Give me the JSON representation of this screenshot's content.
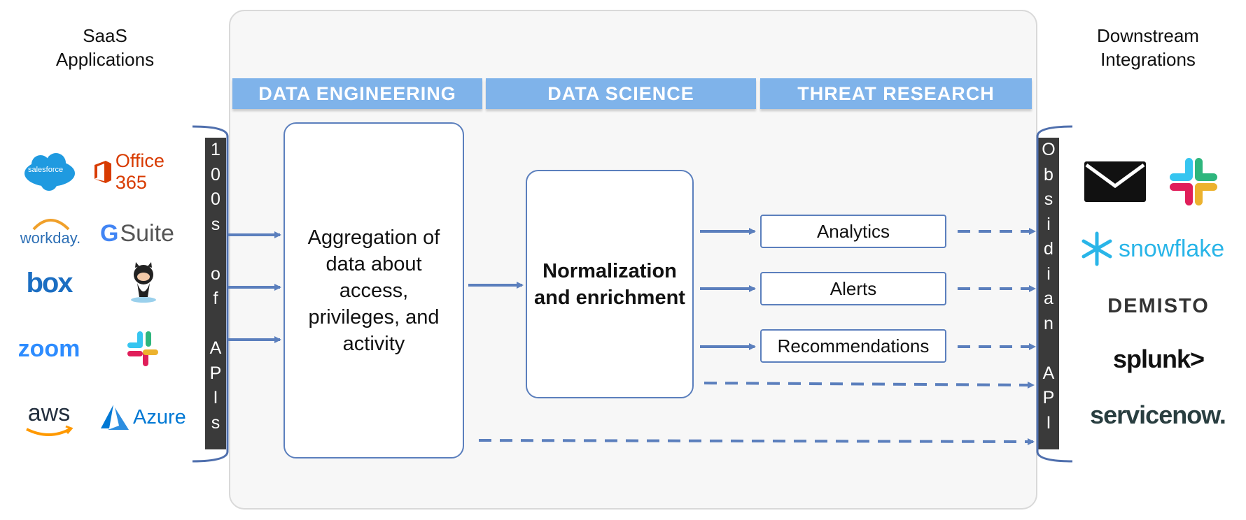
{
  "left_header": {
    "line1": "SaaS",
    "line2": "Applications"
  },
  "right_header": {
    "line1": "Downstream",
    "line2": "Integrations"
  },
  "bands": [
    {
      "label": "DATA ENGINEERING"
    },
    {
      "label": "DATA SCIENCE"
    },
    {
      "label": "THREAT RESEARCH"
    }
  ],
  "left_api_bar": {
    "chars": [
      "1",
      "0",
      "0",
      "s",
      "",
      "o",
      "f",
      "",
      "A",
      "P",
      "I",
      "s"
    ]
  },
  "right_api_bar": {
    "chars": [
      "O",
      "b",
      "s",
      "i",
      "d",
      "i",
      "a",
      "n",
      "",
      "A",
      "P",
      "I"
    ]
  },
  "aggregation_box": {
    "text": "Aggregation of data about access, privileges, and activity"
  },
  "normalization_box": {
    "text": "Normalization and enrichment"
  },
  "outputs": [
    {
      "label": "Analytics"
    },
    {
      "label": "Alerts"
    },
    {
      "label": "Recommendations"
    }
  ],
  "saas_logos": {
    "salesforce": "salesforce",
    "office365": "Office 365",
    "workday": "workday.",
    "gsuite_g": "G",
    "gsuite_text": "Suite",
    "box": "box",
    "zoom": "zoom",
    "aws": "aws",
    "azure": "Azure"
  },
  "integration_logos": {
    "snowflake": "snowflake",
    "demisto": "DEMISTO",
    "splunk": "splunk>",
    "servicenow": "servicenow."
  },
  "colors": {
    "band": "#7fb3ea",
    "arrow": "#5b7fbd",
    "api_bar": "#3a3a3a",
    "panel": "#f7f7f7"
  }
}
